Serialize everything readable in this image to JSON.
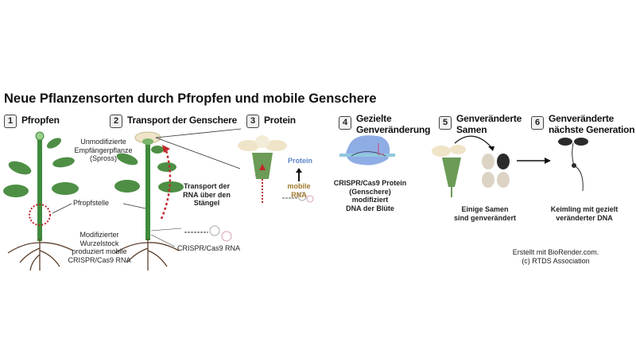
{
  "title": "Neue Pflanzensorten durch Pfropfen und mobile Genschere",
  "steps": [
    {
      "num": "1",
      "label": "Pfropfen"
    },
    {
      "num": "2",
      "label": "Transport der Genschere"
    },
    {
      "num": "3",
      "label": "Protein"
    },
    {
      "num": "4",
      "label_line1": "Gezielte",
      "label_line2": "Genveränderung"
    },
    {
      "num": "5",
      "label_line1": "Genveränderte",
      "label_line2": "Samen"
    },
    {
      "num": "6",
      "label_line1": "Genveränderte",
      "label_line2": "nächste Generation"
    }
  ],
  "labels": {
    "scion": [
      "Unmodifizierte",
      "Empfängerpflanze",
      "(Spross)"
    ],
    "graft": "Pfropfstelle",
    "rootstock": [
      "Modifizierter",
      "Wurzelstock",
      "produziert mobile",
      "CRISPR/Cas9 RNA"
    ],
    "transport": [
      "Transport der",
      "RNA über den",
      "Stängel"
    ],
    "crispr_rna": "CRISPR/Cas9 RNA",
    "protein": "Protein",
    "mobile_rna": [
      "mobile",
      "RNA"
    ],
    "cas9": [
      "CRISPR/Cas9 Protein",
      "(Genschere) modifiziert",
      "DNA der Blüte"
    ],
    "seeds": [
      "Einige Samen",
      "sind genverändert"
    ],
    "seedling": [
      "Keimling mit gezielt",
      "veränderter DNA"
    ]
  },
  "footer": [
    "Erstellt mit BioRender.com.",
    "(c) RTDS Association"
  ],
  "colors": {
    "leaf": "#4e8f45",
    "stem": "#3f8a3c",
    "root": "#5a3e2b",
    "red": "#c0282d",
    "protein": "#5a86c8",
    "rna": "#a07a2a",
    "blob": "#7b9fe0"
  }
}
